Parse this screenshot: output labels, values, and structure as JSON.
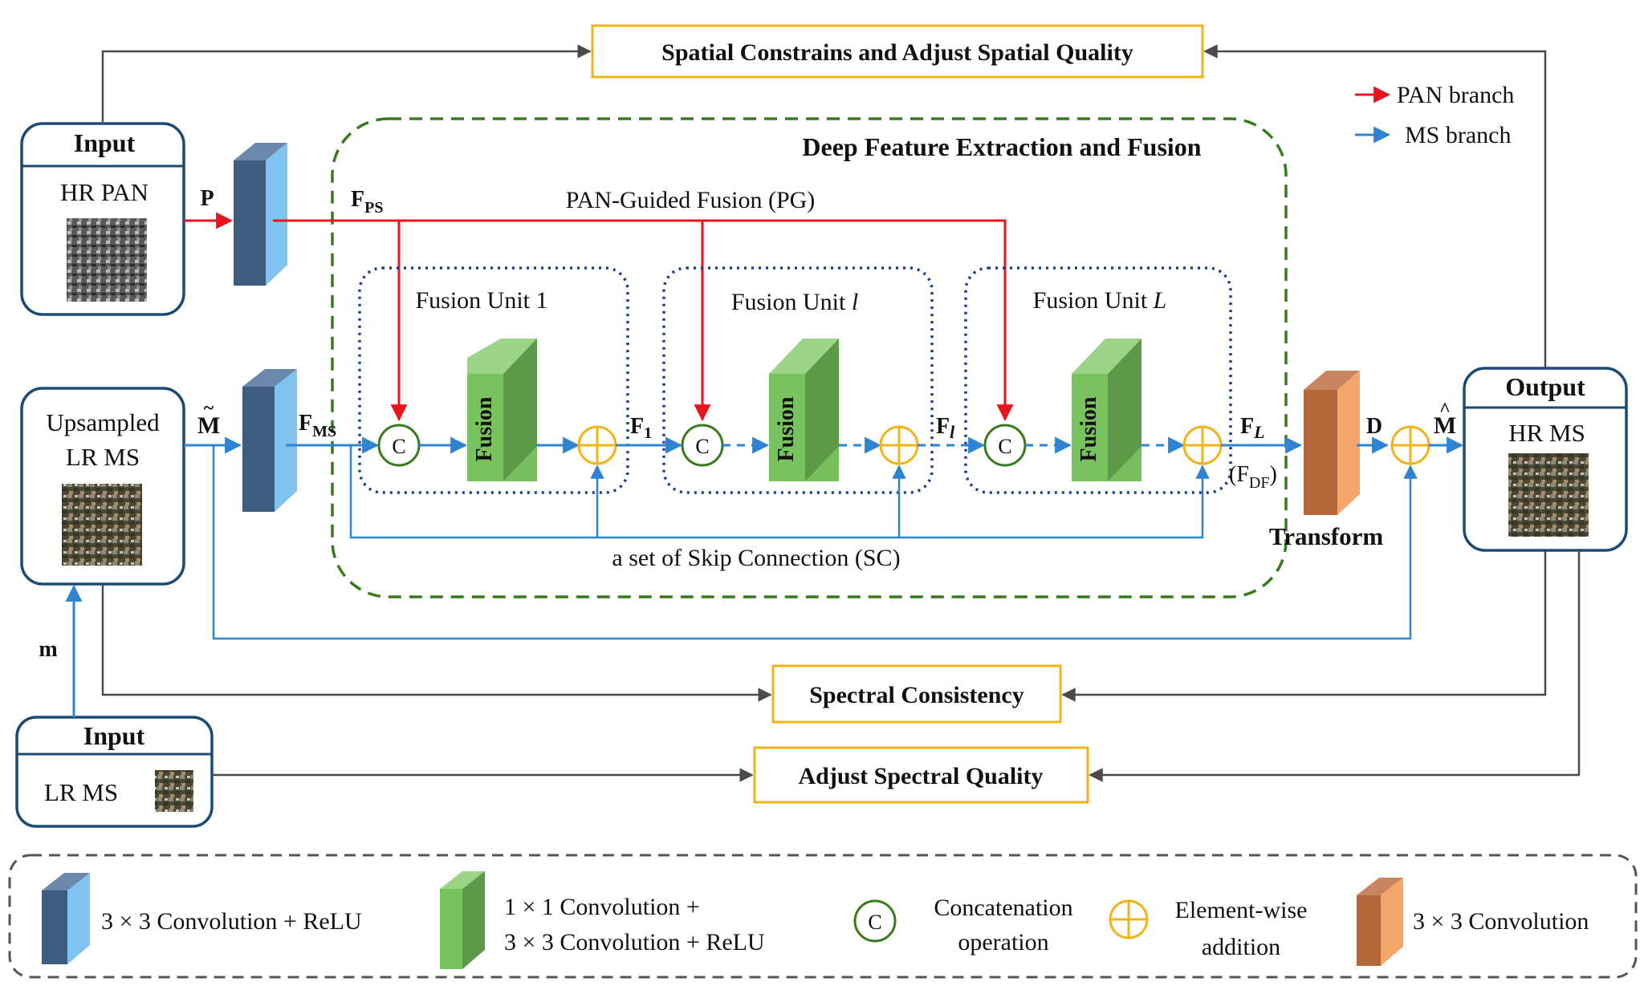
{
  "colors": {
    "pan_branch": "#e8141e",
    "ms_branch": "#2e84d2",
    "gray_line": "#4a4a4a",
    "orange_box": "#f0b419",
    "green_dash": "#3a7a1e",
    "navy_dots": "#1f3d8c",
    "input_border": "#1b4b72",
    "circle_c": "#3a7a1e",
    "plus": "#f0b419",
    "conv_dark": "#3e5c7e",
    "conv_light": "#7fc4f0",
    "fusion_green": "#76bf5c",
    "transform_brown": "#b5673c",
    "transform_light": "#f5a66a"
  },
  "top_box": "Spatial Constrains and Adjust Spatial Quality",
  "legend_branches": {
    "pan": "PAN branch",
    "ms": "MS branch"
  },
  "deep_title": "Deep Feature Extraction and Fusion",
  "pg_label": "PAN-Guided Fusion (PG)",
  "sc_label": "a set of Skip Connection (SC)",
  "input_pan": {
    "header": "Input",
    "label": "HR PAN"
  },
  "input_ms_up": {
    "label_line1": "Upsampled",
    "label_line2": "LR MS"
  },
  "input_lr": {
    "header": "Input",
    "label": "LR MS"
  },
  "output": {
    "header": "Output",
    "label": "HR MS"
  },
  "labels": {
    "P": "P",
    "F_PS": "F",
    "F_PS_sub": "PS",
    "F_MS": "F",
    "F_MS_sub": "MS",
    "M_tilde": "M",
    "M_hat": "M",
    "F1": "F",
    "F1_sub": "1",
    "Fl": "F",
    "Fl_sub": "l",
    "FL": "F",
    "FL_sub": "L",
    "FDF_open": "(F",
    "FDF_sub": "DF",
    "FDF_close": ")",
    "D": "D",
    "m": "m",
    "transform": "Transform"
  },
  "fusion_units": [
    {
      "name": "Fusion Unit 1",
      "prefix": "Fusion Unit ",
      "idx": "1"
    },
    {
      "name": "Fusion Unit l",
      "prefix": "Fusion Unit ",
      "idx": "l"
    },
    {
      "name": "Fusion Unit L",
      "prefix": "Fusion Unit ",
      "idx": "L"
    }
  ],
  "fusion_block_label": "Fusion",
  "concat_symbol": "C",
  "spectral_consistency": "Spectral Consistency",
  "adjust_spectral": "Adjust Spectral Quality",
  "legend": {
    "conv_relu": "3 × 3 Convolution + ReLU",
    "fusion_line1": "1 × 1 Convolution +",
    "fusion_line2": "3 × 3 Convolution + ReLU",
    "concat_line1": "Concatenation",
    "concat_line2": "operation",
    "add_line1": "Element-wise",
    "add_line2": "addition",
    "conv": "3 × 3 Convolution"
  }
}
